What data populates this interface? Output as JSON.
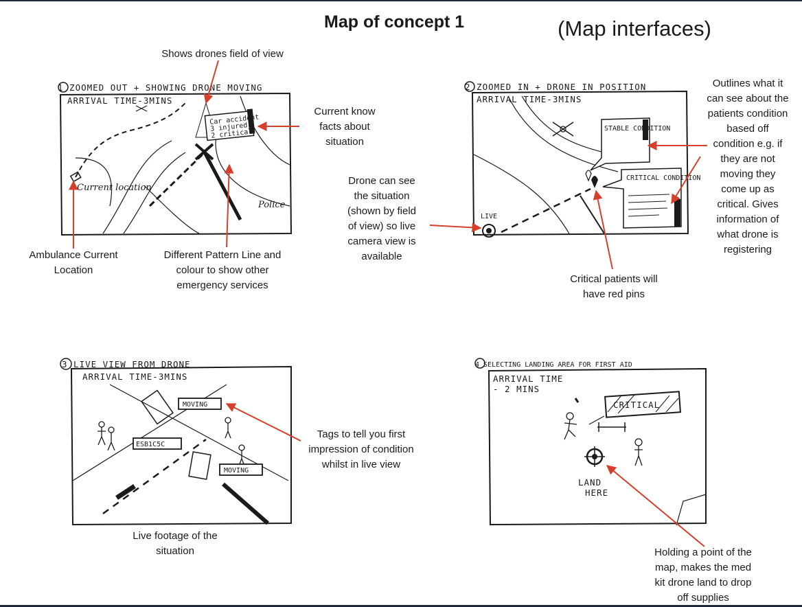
{
  "header": {
    "title": "Map of concept 1",
    "subtitle": "(Map interfaces)"
  },
  "panels": [
    {
      "heading": "1 ZOOMED OUT + SHOWING DRONE MOVING",
      "arrival": "ARRIVAL TIME-3MINS",
      "tag_lines": [
        "Car accident",
        "3 injured",
        "2 critical"
      ],
      "location_label": "Current location",
      "police_label": "Police"
    },
    {
      "heading": "2 ZOOMED IN + DRONE IN POSITION",
      "arrival": "ARRIVAL TIME-3MINS",
      "bubble_stable": "STABLE CONDITION",
      "bubble_critical": "CRITICAL CONDITION",
      "live_label": "LIVE"
    },
    {
      "heading": "3 LIVE VIEW FROM DRONE",
      "arrival": "ARRIVAL TIME-3MINS",
      "tag_moving_1": "MOVING",
      "tag_moving_2": "MOVING",
      "tag_plate": "ESB1C5C"
    },
    {
      "heading": "4 SELECTING LANDING AREA FOR FIRST AID",
      "arrival": "ARRIVAL TIME",
      "arrival_value": "- 2 MINS",
      "tag_critical": "CRITICAL",
      "land_label_1": "LAND",
      "land_label_2": "HERE"
    }
  ],
  "annotations": {
    "field_of_view": "Shows drones field of view",
    "current_facts": "Current know\nfacts about\nsituation",
    "ambulance_location": "Ambulance Current\nLocation",
    "pattern_line": "Different Pattern Line and\ncolour to show other\nemergency services",
    "drone_live": "Drone can see\nthe situation\n(shown by field\nof view) so live\ncamera view is\navailable",
    "critical_pins": "Critical patients will\nhave red pins",
    "outlines": "Outlines what it\ncan see about the\npatients condition\nbased off\ncondition e.g. if\nthey are not\nmoving they\ncome up as\ncritical. Gives\ninformation of\nwhat drone is\nregistering",
    "tags_live": "Tags to tell you first\nimpression of condition\nwhilst in live view",
    "live_footage": "Live footage of the\nsituation",
    "holding_point": "Holding a point of the\nmap, makes the med\nkit drone land to drop\noff supplies"
  },
  "colors": {
    "arrow": "#d4402b",
    "ink": "#1a1a1a",
    "frame": "#1f2a3a"
  }
}
